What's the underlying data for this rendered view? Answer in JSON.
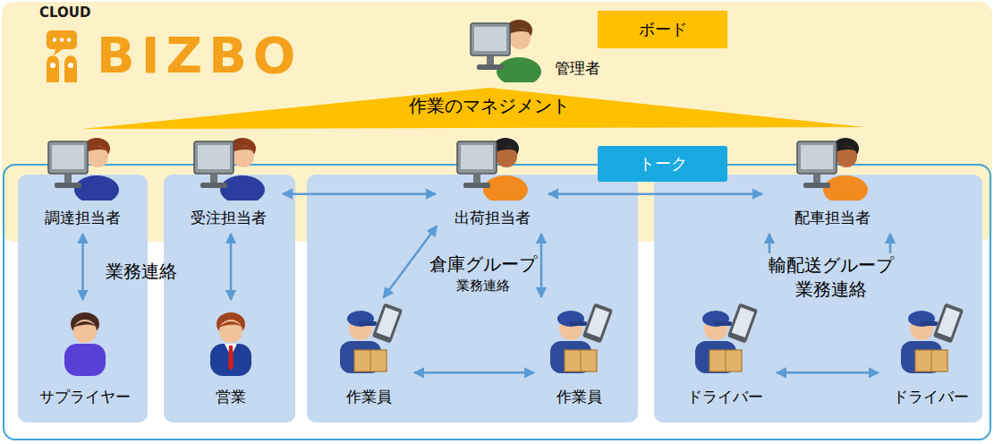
{
  "diagram": {
    "nodes": [
      {
        "text": [
          "ボード"
        ]
      },
      {
        "text": [
          "管理者"
        ]
      },
      {
        "text": [
          "作業のマネジメント"
        ]
      },
      {
        "text": [
          "トーク"
        ]
      },
      {
        "text": [
          "調達担当者"
        ],
        "in": 3
      },
      {
        "text": [
          "受注担当者"
        ],
        "in": 3
      },
      {
        "text": [
          "倉庫グループ",
          "業務連絡"
        ],
        "in": 3
      },
      {
        "text": [
          "出荷担当者"
        ],
        "in": 6
      },
      {
        "text": [
          "輸配送グループ 業務連絡"
        ],
        "in": 3
      },
      {
        "text": [
          "配車担当者"
        ],
        "in": 8
      },
      {
        "text": [
          "サプライヤー"
        ],
        "in": 3
      },
      {
        "text": [
          "営業"
        ],
        "in": 3
      },
      {
        "text": [
          "作業員"
        ],
        "in": 6
      },
      {
        "text": [
          "作業員"
        ],
        "in": 6
      },
      {
        "text": [
          "ドライバー"
        ],
        "in": 8
      },
      {
        "text": [
          "ドライバー"
        ],
        "in": 8
      }
    ],
    "edges": [
      {
        "from": 4,
        "to": 10,
        "arrow": "both"
      },
      {
        "from": 5,
        "to": 11,
        "arrow": "both"
      },
      {
        "from": 5,
        "to": 7,
        "arrow": "both"
      },
      {
        "from": 7,
        "to": 9,
        "arrow": "both"
      },
      {
        "from": 7,
        "to": 12,
        "arrow": "both"
      },
      {
        "from": 7,
        "to": 13,
        "arrow": "both"
      },
      {
        "from": 12,
        "to": 13,
        "arrow": "both"
      },
      {
        "from": 9,
        "to": 14,
        "arrow": "both"
      },
      {
        "from": 9,
        "to": 15,
        "arrow": "both"
      },
      {
        "from": 14,
        "to": 15,
        "arrow": "both"
      }
    ],
    "labels": [
      "CLOUD",
      "BIZBO",
      "業務連絡"
    ]
  }
}
